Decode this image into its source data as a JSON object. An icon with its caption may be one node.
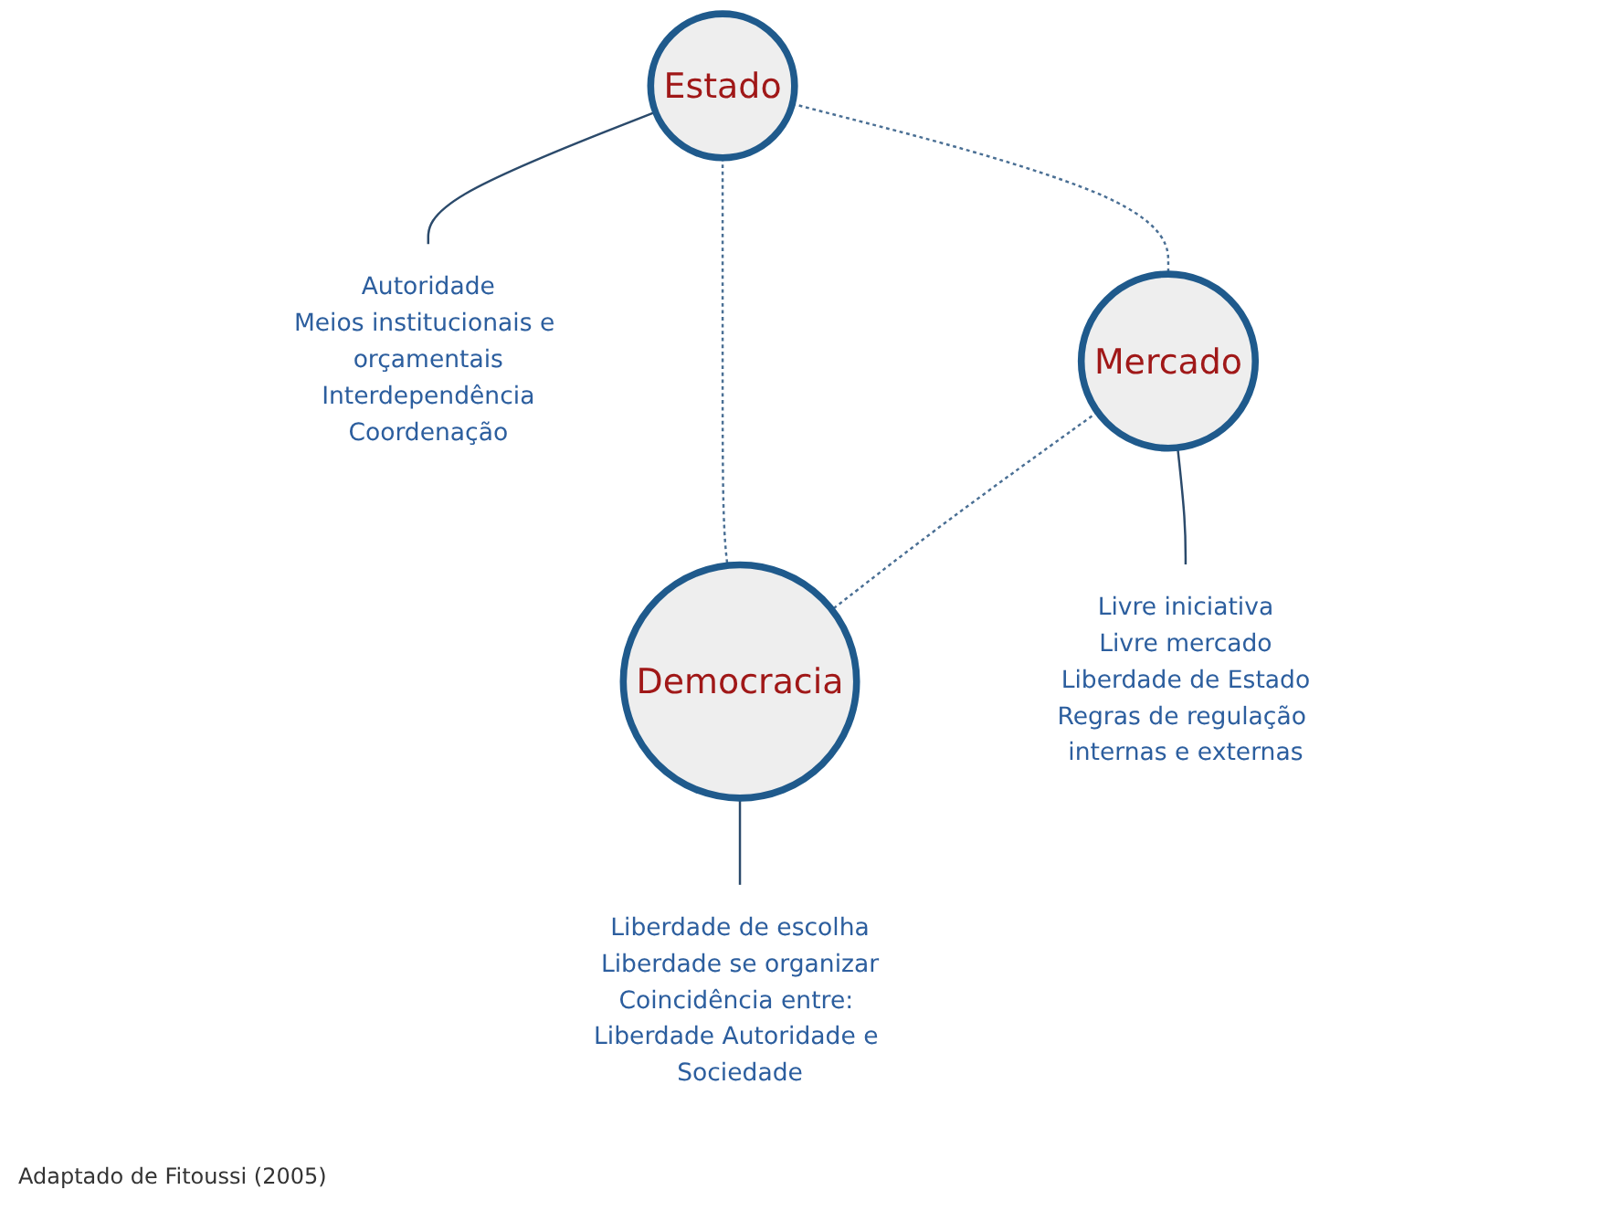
{
  "diagram": {
    "caption": "Adaptado de Fitoussi (2005)",
    "nodes": [
      {
        "text": [
          "Estado"
        ]
      },
      {
        "text": [
          "Autoridade",
          "Meios institucionais e orçamentais",
          "Interdependência",
          "Coordenação"
        ]
      },
      {
        "text": [
          "Mercado"
        ]
      },
      {
        "text": [
          "Democracia"
        ]
      },
      {
        "text": [
          "Livre iniciativa",
          "Livre mercado",
          "Liberdade de Estado",
          "Regras de regulação internas e externas"
        ]
      },
      {
        "text": [
          "Liberdade de escolha",
          "Liberdade se organizar",
          "Coincidência entre: Liberdade Autoridade e Sociedade"
        ]
      }
    ],
    "edges": [
      {
        "from": 0,
        "to": 2,
        "arrow": "none",
        "style": "dashed"
      },
      {
        "from": 0,
        "to": 3,
        "arrow": "none",
        "style": "dashed"
      },
      {
        "from": 2,
        "to": 3,
        "arrow": "none",
        "style": "dashed"
      },
      {
        "from": 0,
        "to": 1,
        "arrow": "none"
      },
      {
        "from": 2,
        "to": 4,
        "arrow": "none"
      },
      {
        "from": 3,
        "to": 5,
        "arrow": "none"
      }
    ]
  }
}
